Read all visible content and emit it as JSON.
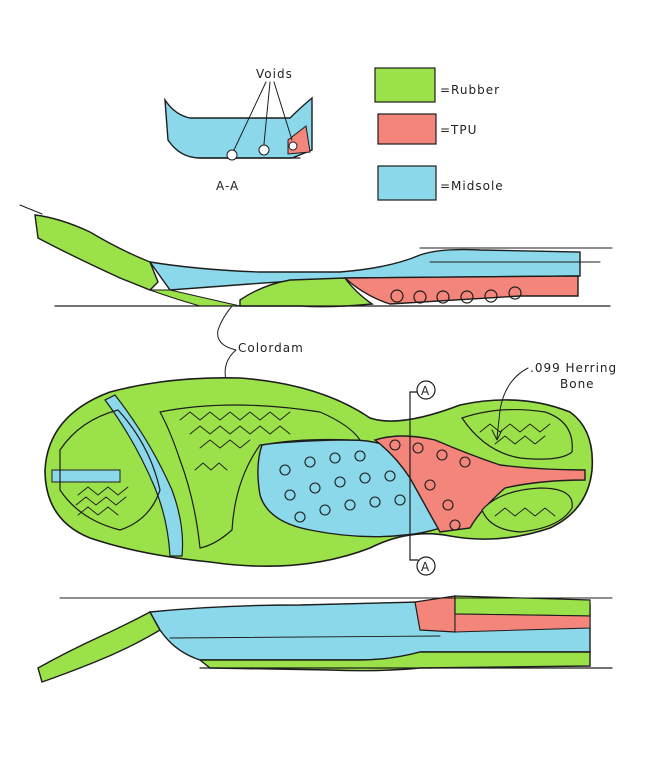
{
  "legend": {
    "items": [
      {
        "label": "=Rubber",
        "color": "#9be24a"
      },
      {
        "label": "=TPU",
        "color": "#f4857a"
      },
      {
        "label": "=Midsole",
        "color": "#8ad8ea"
      }
    ]
  },
  "section": {
    "label": "A-A",
    "callout": "Voids"
  },
  "annotations": {
    "colordam": "Colordam",
    "herring_line1": ".099 Herring",
    "herring_line2": "Bone",
    "section_marker_top": "A",
    "section_marker_bottom": "A"
  },
  "colors": {
    "rubber": "#9be24a",
    "tpu": "#f4857a",
    "midsole": "#8ad8ea",
    "ink": "#1d1d1d"
  }
}
